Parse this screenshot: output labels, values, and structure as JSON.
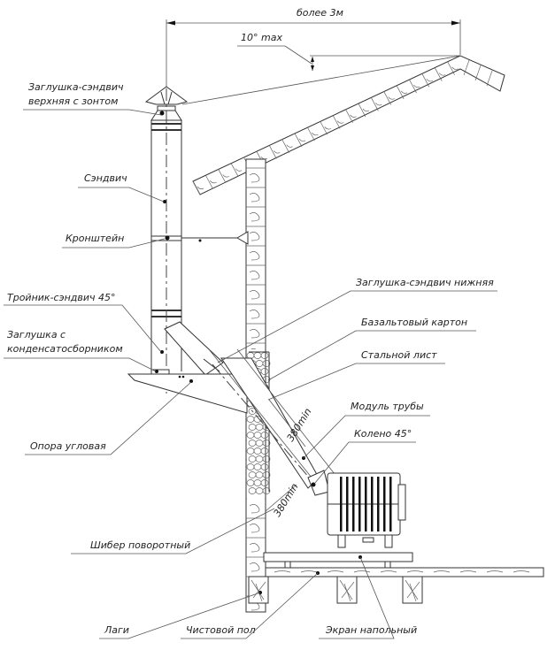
{
  "title": "Схема монтажа дымохода через стену",
  "dimensions": {
    "horizontal": "более 3м",
    "angle": "10° max",
    "offset_1": "380min",
    "offset_2": "380min"
  },
  "labels": {
    "top_cap": [
      "Заглушка-сэндвич",
      "верхняя с зонтом"
    ],
    "sandwich": "Сэндвич",
    "bracket": "Кронштейн",
    "tee": "Тройник-сэндвич 45°",
    "condensate_cap": [
      "Заглушка с",
      "конденсатосборником"
    ],
    "corner_support": "Опора угловая",
    "damper": "Шибер поворотный",
    "joists": "Лаги",
    "finish_floor": "Чистовой пол",
    "floor_screen": "Экран напольный",
    "bottom_cap": "Заглушка-сэндвич нижняя",
    "basalt": "Базальтовый картон",
    "steel_sheet": "Стальной лист",
    "pipe_module": "Модуль трубы",
    "elbow": "Колено 45°"
  }
}
